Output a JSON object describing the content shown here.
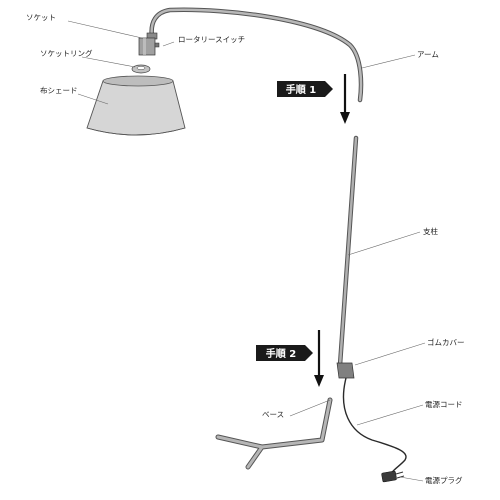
{
  "labels": {
    "socket": "ソケット",
    "rotary_switch": "ロータリースイッチ",
    "socket_ring": "ソケットリング",
    "cloth_shade": "布シェード",
    "arm": "アーム",
    "pole": "支柱",
    "rubber_cover": "ゴムカバー",
    "base": "ベース",
    "power_cord": "電源コード",
    "power_plug": "電源プラグ"
  },
  "steps": {
    "step1": "手順 1",
    "step2": "手順 2"
  },
  "colors": {
    "metal": "#9a9a9a",
    "metal_dark": "#555555",
    "shade_fill": "#d6d6d6",
    "badge": "#1a1a1a",
    "ink": "#222222"
  }
}
